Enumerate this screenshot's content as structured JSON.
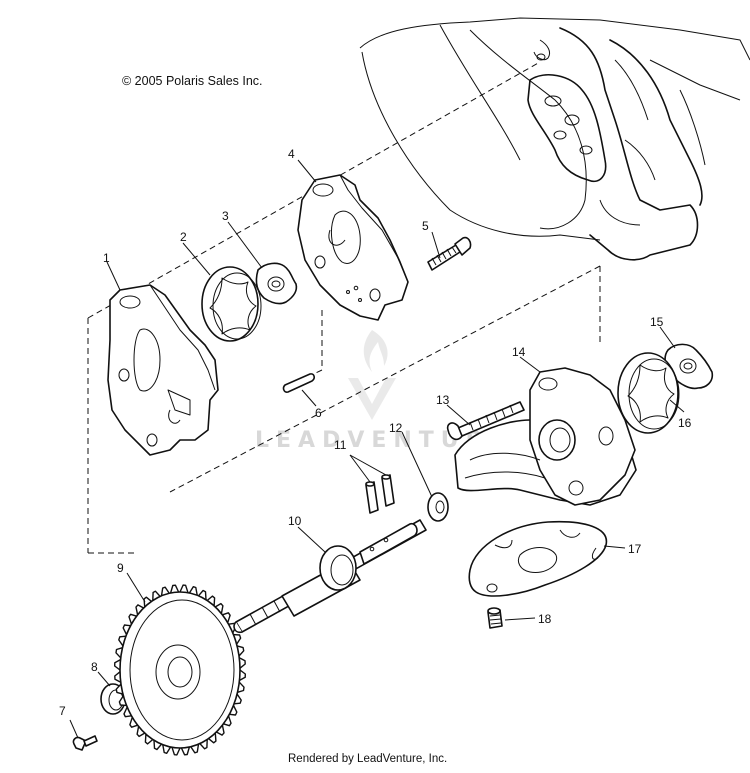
{
  "copyright": "© 2005 Polaris Sales Inc.",
  "footer": "Rendered by LeadVenture, Inc.",
  "watermark": {
    "text": "LEADVENTURE",
    "color": "#d8d8d8"
  },
  "callouts": [
    "1",
    "2",
    "3",
    "4",
    "5",
    "6",
    "7",
    "8",
    "9",
    "10",
    "11",
    "12",
    "13",
    "14",
    "15",
    "16",
    "17",
    "18"
  ]
}
